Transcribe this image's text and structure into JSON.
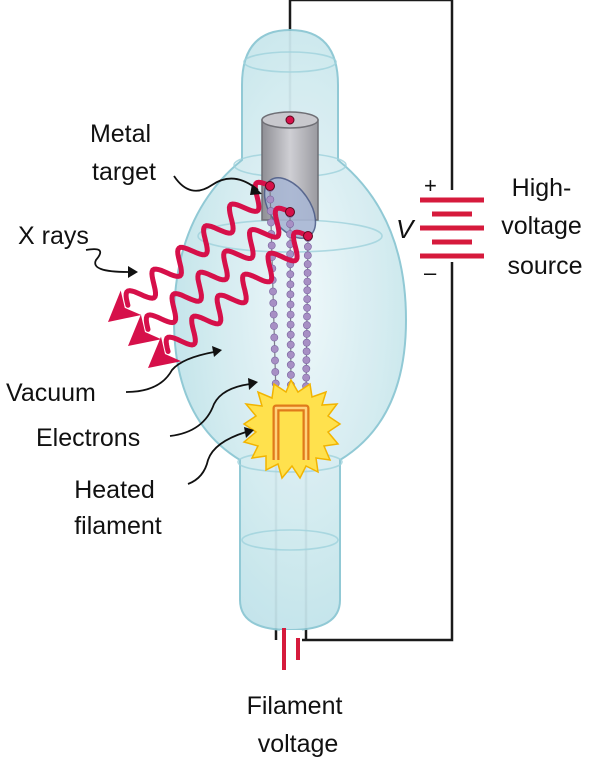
{
  "labels": {
    "metal_target": [
      "Metal",
      "target"
    ],
    "x_rays": "X rays",
    "vacuum": "Vacuum",
    "electrons": "Electrons",
    "heated_filament": [
      "Heated",
      "filament"
    ],
    "high_voltage_source": [
      "High-",
      "voltage",
      "source"
    ],
    "voltage_symbol": "V",
    "plus_sign": "+",
    "minus_sign": "–",
    "filament_voltage": [
      "Filament",
      "voltage"
    ]
  },
  "colors": {
    "wire": "#1a1a1a",
    "glass_fill": "#cfe9ee",
    "glass_stroke": "#8cc7d3",
    "xray": "#d6104a",
    "electron": "#a78fc4",
    "battery": "#d61a3c",
    "glow": "#ffe14d",
    "target": "#b9b9bd"
  },
  "icons": {
    "x_ray_wave": "wavy-arrow-icon",
    "battery": "battery-icon",
    "electron": "electron-dot-icon"
  }
}
